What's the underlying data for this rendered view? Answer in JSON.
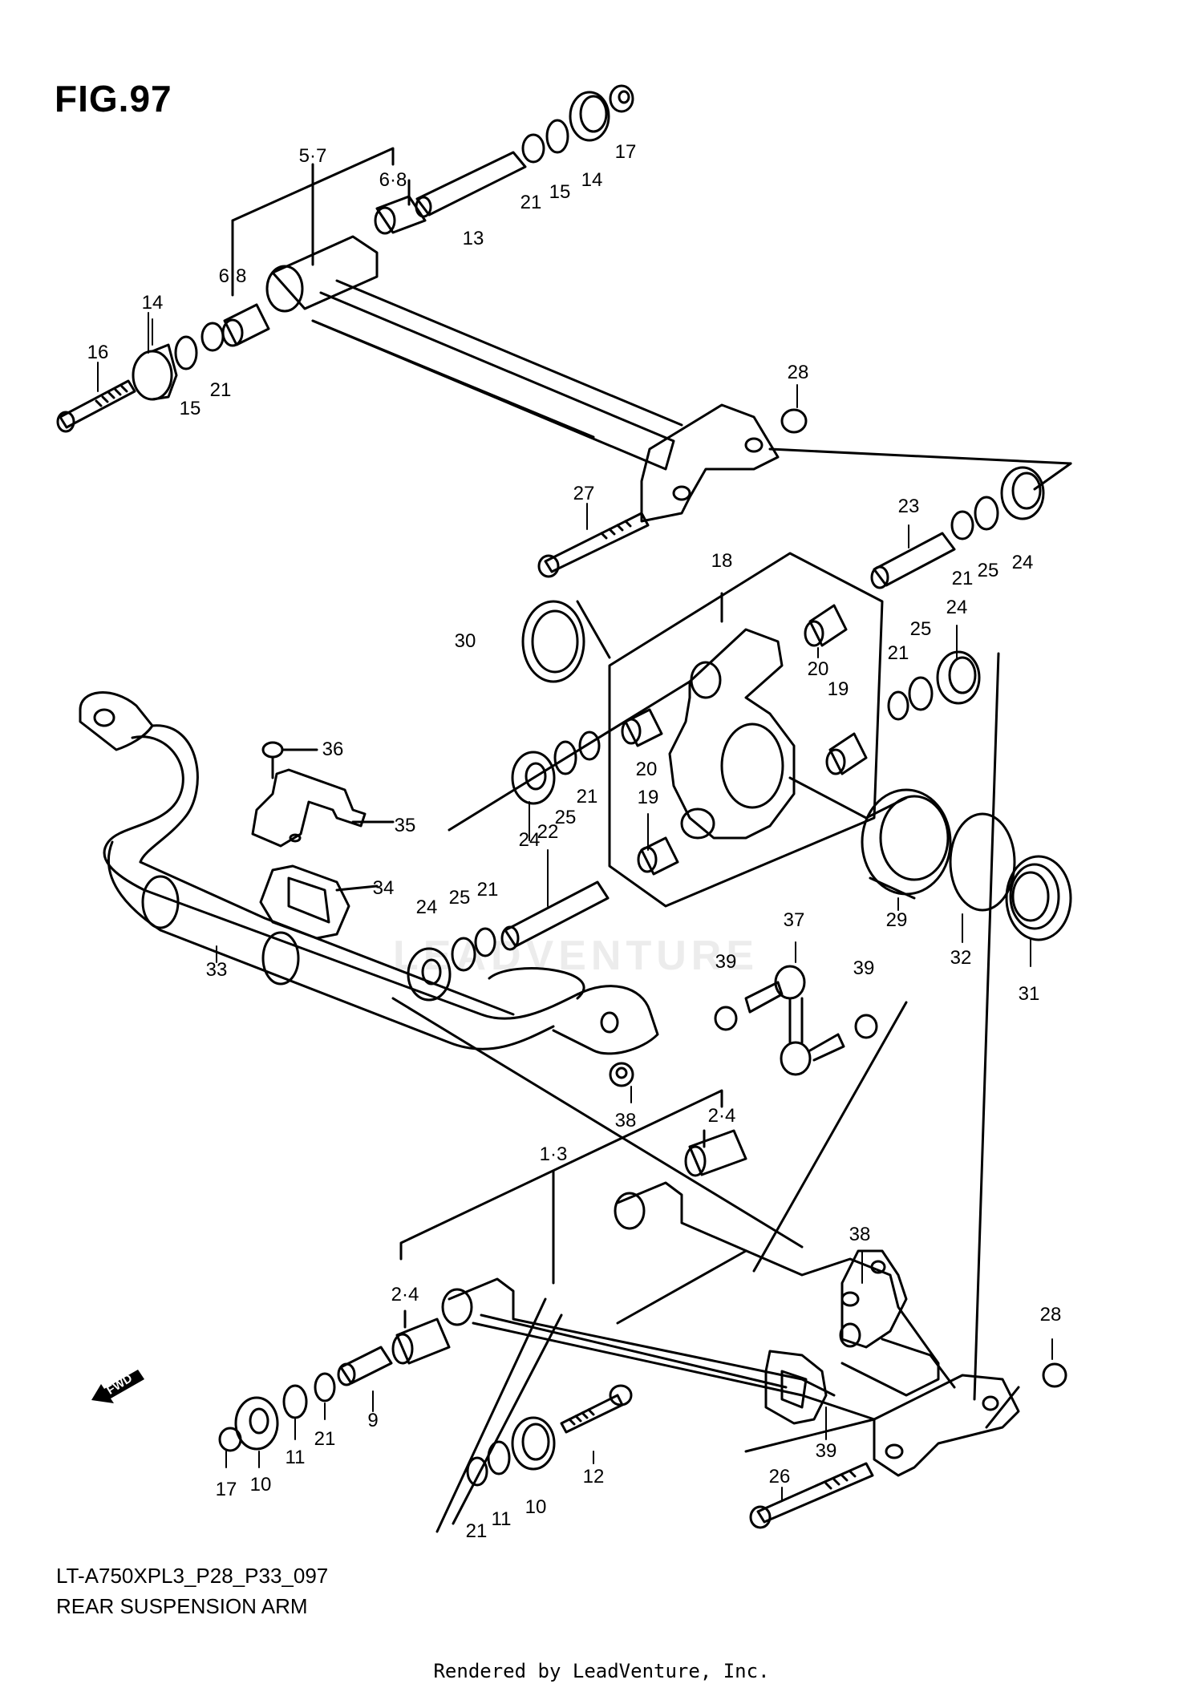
{
  "header": {
    "figure": "FIG.97"
  },
  "watermark": "LEADVENTURE",
  "labels": {
    "fwd": "FWD",
    "callouts": [
      "5·7",
      "6·8",
      "6·8",
      "13",
      "21",
      "15",
      "14",
      "17",
      "14",
      "16",
      "15",
      "21",
      "28",
      "27",
      "23",
      "21",
      "25",
      "24",
      "18",
      "30",
      "24",
      "25",
      "21",
      "20",
      "19",
      "36",
      "35",
      "20",
      "21",
      "25",
      "24",
      "19",
      "22",
      "34",
      "29",
      "32",
      "31",
      "24",
      "25",
      "21",
      "33",
      "37",
      "39",
      "39",
      "38",
      "2·4",
      "1·3",
      "38",
      "2·4",
      "9",
      "21",
      "11",
      "10",
      "17",
      "12",
      "21",
      "11",
      "10",
      "39",
      "28",
      "26"
    ]
  },
  "footer": {
    "code": "LT-A750XPL3_P28_P33_097",
    "caption": "REAR SUSPENSION ARM",
    "rendered_by": "Rendered by LeadVenture, Inc."
  }
}
